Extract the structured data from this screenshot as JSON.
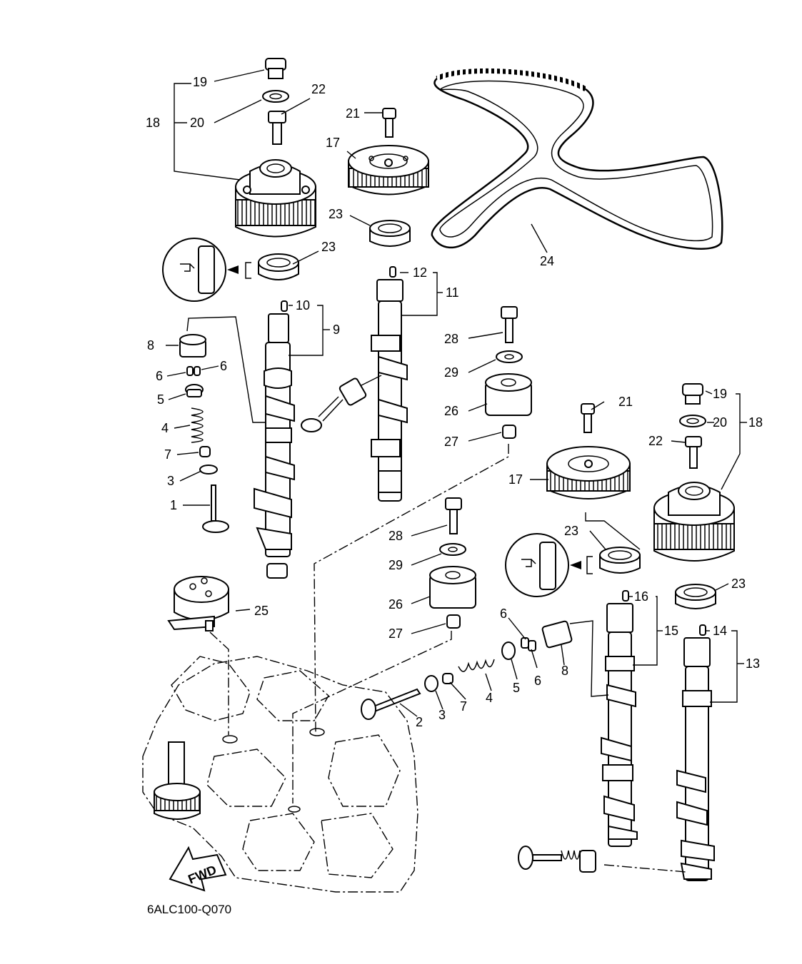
{
  "diagram_code": "6ALC100-Q070",
  "fwd_label": "FWD",
  "callouts": {
    "c1": "1",
    "c2": "2",
    "c3a": "3",
    "c3b": "3",
    "c4a": "4",
    "c4b": "4",
    "c5a": "5",
    "c5b": "5",
    "c6a": "6",
    "c6b": "6",
    "c6c": "6",
    "c6d": "6",
    "c7a": "7",
    "c7b": "7",
    "c8a": "8",
    "c8b": "8",
    "c9": "9",
    "c10": "10",
    "c11": "11",
    "c12": "12",
    "c13": "13",
    "c14": "14",
    "c15": "15",
    "c16": "16",
    "c17a": "17",
    "c17b": "17",
    "c18a": "18",
    "c18b": "18",
    "c19a": "19",
    "c19b": "19",
    "c20a": "20",
    "c20b": "20",
    "c21a": "21",
    "c21b": "21",
    "c22a": "22",
    "c22b": "22",
    "c23a": "23",
    "c23b": "23",
    "c23c": "23",
    "c23d": "23",
    "c24": "24",
    "c25": "25",
    "c26a": "26",
    "c26b": "26",
    "c27a": "27",
    "c27b": "27",
    "c28a": "28",
    "c28b": "28",
    "c29a": "29",
    "c29b": "29"
  }
}
